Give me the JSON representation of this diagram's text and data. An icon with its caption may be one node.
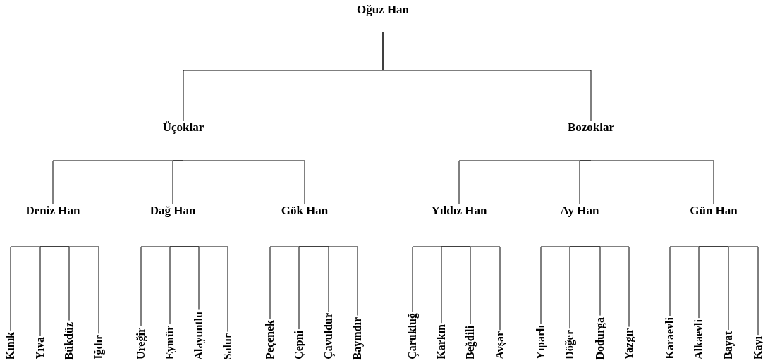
{
  "diagram": {
    "nodes": [
      {
        "text": [
          "Oğuz Han"
        ]
      },
      {
        "text": [
          "Üçoklar"
        ]
      },
      {
        "text": [
          "Bozoklar"
        ]
      },
      {
        "text": [
          "Deniz Han"
        ]
      },
      {
        "text": [
          "Dağ Han"
        ]
      },
      {
        "text": [
          "Gök Han"
        ]
      },
      {
        "text": [
          "Yıldız Han"
        ]
      },
      {
        "text": [
          "Ay Han"
        ]
      },
      {
        "text": [
          "Gün Han"
        ]
      },
      {
        "text": [
          "Kınık"
        ]
      },
      {
        "text": [
          "Yıva"
        ]
      },
      {
        "text": [
          "Bükdüz"
        ]
      },
      {
        "text": [
          "Iğdır"
        ]
      },
      {
        "text": [
          "Ureğir"
        ]
      },
      {
        "text": [
          "Eymür"
        ]
      },
      {
        "text": [
          "Alayuntlu"
        ]
      },
      {
        "text": [
          "Salur"
        ]
      },
      {
        "text": [
          "Peçenek"
        ]
      },
      {
        "text": [
          "Çepni"
        ]
      },
      {
        "text": [
          "Çavuldur"
        ]
      },
      {
        "text": [
          "Bayındır"
        ]
      },
      {
        "text": [
          "Çarukluğ"
        ]
      },
      {
        "text": [
          "Karkın"
        ]
      },
      {
        "text": [
          "Beğdili"
        ]
      },
      {
        "text": [
          "Avşar"
        ]
      },
      {
        "text": [
          "Yıparlı"
        ]
      },
      {
        "text": [
          "Döğer"
        ]
      },
      {
        "text": [
          "Dodurga"
        ]
      },
      {
        "text": [
          "Yazgır"
        ]
      },
      {
        "text": [
          "Karaevli"
        ]
      },
      {
        "text": [
          "Alkaevli"
        ]
      },
      {
        "text": [
          "Bayat"
        ]
      },
      {
        "text": [
          "Kayı"
        ]
      }
    ],
    "edges": [
      {
        "from": 0,
        "to": 1,
        "arrow": "none"
      },
      {
        "from": 0,
        "to": 2,
        "arrow": "none"
      },
      {
        "from": 1,
        "to": 3,
        "arrow": "none"
      },
      {
        "from": 1,
        "to": 4,
        "arrow": "none"
      },
      {
        "from": 1,
        "to": 5,
        "arrow": "none"
      },
      {
        "from": 2,
        "to": 6,
        "arrow": "none"
      },
      {
        "from": 2,
        "to": 7,
        "arrow": "none"
      },
      {
        "from": 2,
        "to": 8,
        "arrow": "none"
      },
      {
        "from": 3,
        "to": 9,
        "arrow": "none"
      },
      {
        "from": 3,
        "to": 10,
        "arrow": "none"
      },
      {
        "from": 3,
        "to": 11,
        "arrow": "none"
      },
      {
        "from": 3,
        "to": 12,
        "arrow": "none"
      },
      {
        "from": 4,
        "to": 13,
        "arrow": "none"
      },
      {
        "from": 4,
        "to": 14,
        "arrow": "none"
      },
      {
        "from": 4,
        "to": 15,
        "arrow": "none"
      },
      {
        "from": 4,
        "to": 16,
        "arrow": "none"
      },
      {
        "from": 5,
        "to": 17,
        "arrow": "none"
      },
      {
        "from": 5,
        "to": 18,
        "arrow": "none"
      },
      {
        "from": 5,
        "to": 19,
        "arrow": "none"
      },
      {
        "from": 5,
        "to": 20,
        "arrow": "none"
      },
      {
        "from": 6,
        "to": 21,
        "arrow": "none"
      },
      {
        "from": 6,
        "to": 22,
        "arrow": "none"
      },
      {
        "from": 6,
        "to": 23,
        "arrow": "none"
      },
      {
        "from": 6,
        "to": 24,
        "arrow": "none"
      },
      {
        "from": 7,
        "to": 25,
        "arrow": "none"
      },
      {
        "from": 7,
        "to": 26,
        "arrow": "none"
      },
      {
        "from": 7,
        "to": 27,
        "arrow": "none"
      },
      {
        "from": 7,
        "to": 28,
        "arrow": "none"
      },
      {
        "from": 8,
        "to": 29,
        "arrow": "none"
      },
      {
        "from": 8,
        "to": 30,
        "arrow": "none"
      },
      {
        "from": 8,
        "to": 31,
        "arrow": "none"
      },
      {
        "from": 8,
        "to": 32,
        "arrow": "none"
      }
    ]
  }
}
